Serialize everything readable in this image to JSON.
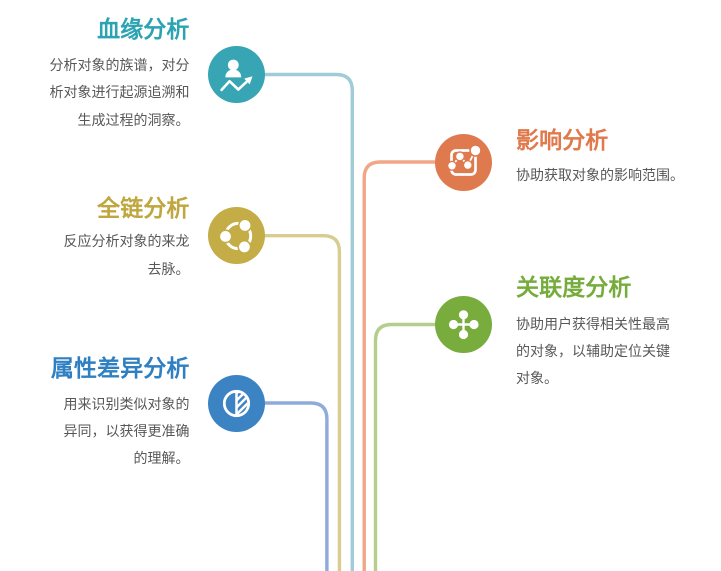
{
  "page": {
    "background_color": "#ffffff",
    "description_text_color": "#595757"
  },
  "items": [
    {
      "id": "lineage-analysis",
      "title": "血缘分析",
      "title_color": "#2ba3b2",
      "desc_lines": [
        "分析对象的族谱，对分",
        "析对象进行起源追溯和",
        "生成过程的洞察。"
      ],
      "icon": "user-trend-arrow-icon",
      "circle_color": "#38a5b4",
      "line_color": "#9fccd6",
      "side": "left"
    },
    {
      "id": "impact-analysis",
      "title": "影响分析",
      "title_color": "#e0794c",
      "desc_lines": [
        "协助获取对象的影响范围。"
      ],
      "icon": "chart-frame-icon",
      "circle_color": "#df7a4f",
      "line_color": "#f0a687",
      "side": "right"
    },
    {
      "id": "full-chain-analysis",
      "title": "全链分析",
      "title_color": "#c0a63e",
      "desc_lines": [
        "反应分析对象的来龙",
        "去脉。"
      ],
      "icon": "share-network-icon",
      "circle_color": "#c4ac46",
      "line_color": "#d8cd8f",
      "side": "left"
    },
    {
      "id": "correlation-analysis",
      "title": "关联度分析",
      "title_color": "#76ac3b",
      "desc_lines": [
        "协助用户获得相关性最高",
        "的对象，以辅助定位关键",
        "对象。"
      ],
      "icon": "molecule-cross-icon",
      "circle_color": "#78ac3c",
      "line_color": "#b4cf8b",
      "side": "right"
    },
    {
      "id": "attribute-difference-analysis",
      "title": "属性差异分析",
      "title_color": "#2f80c3",
      "desc_lines": [
        "用来识别类似对象的",
        "异同，以获得更准确",
        "的理解。"
      ],
      "icon": "half-striped-circle-icon",
      "circle_color": "#3c83c4",
      "line_color": "#8fabdb",
      "side": "left"
    }
  ]
}
